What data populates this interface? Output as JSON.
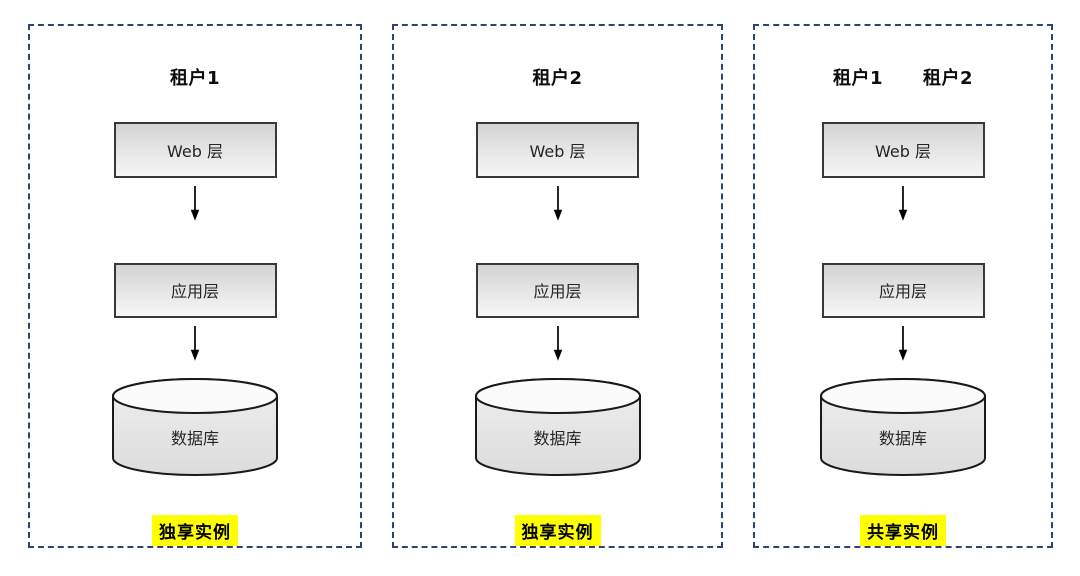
{
  "diagram": {
    "panels": [
      {
        "titles": [
          "租户1"
        ],
        "web_tier": "Web 层",
        "app_tier": "应用层",
        "database": "数据库",
        "instance_label": "独享实例"
      },
      {
        "titles": [
          "租户2"
        ],
        "web_tier": "Web 层",
        "app_tier": "应用层",
        "database": "数据库",
        "instance_label": "独享实例"
      },
      {
        "titles": [
          "租户1",
          "租户2"
        ],
        "web_tier": "Web 层",
        "app_tier": "应用层",
        "database": "数据库",
        "instance_label": "共享实例"
      }
    ],
    "colors": {
      "panel_border": "#2d4470",
      "highlight": "#ffff00",
      "box_border": "#383838"
    }
  }
}
